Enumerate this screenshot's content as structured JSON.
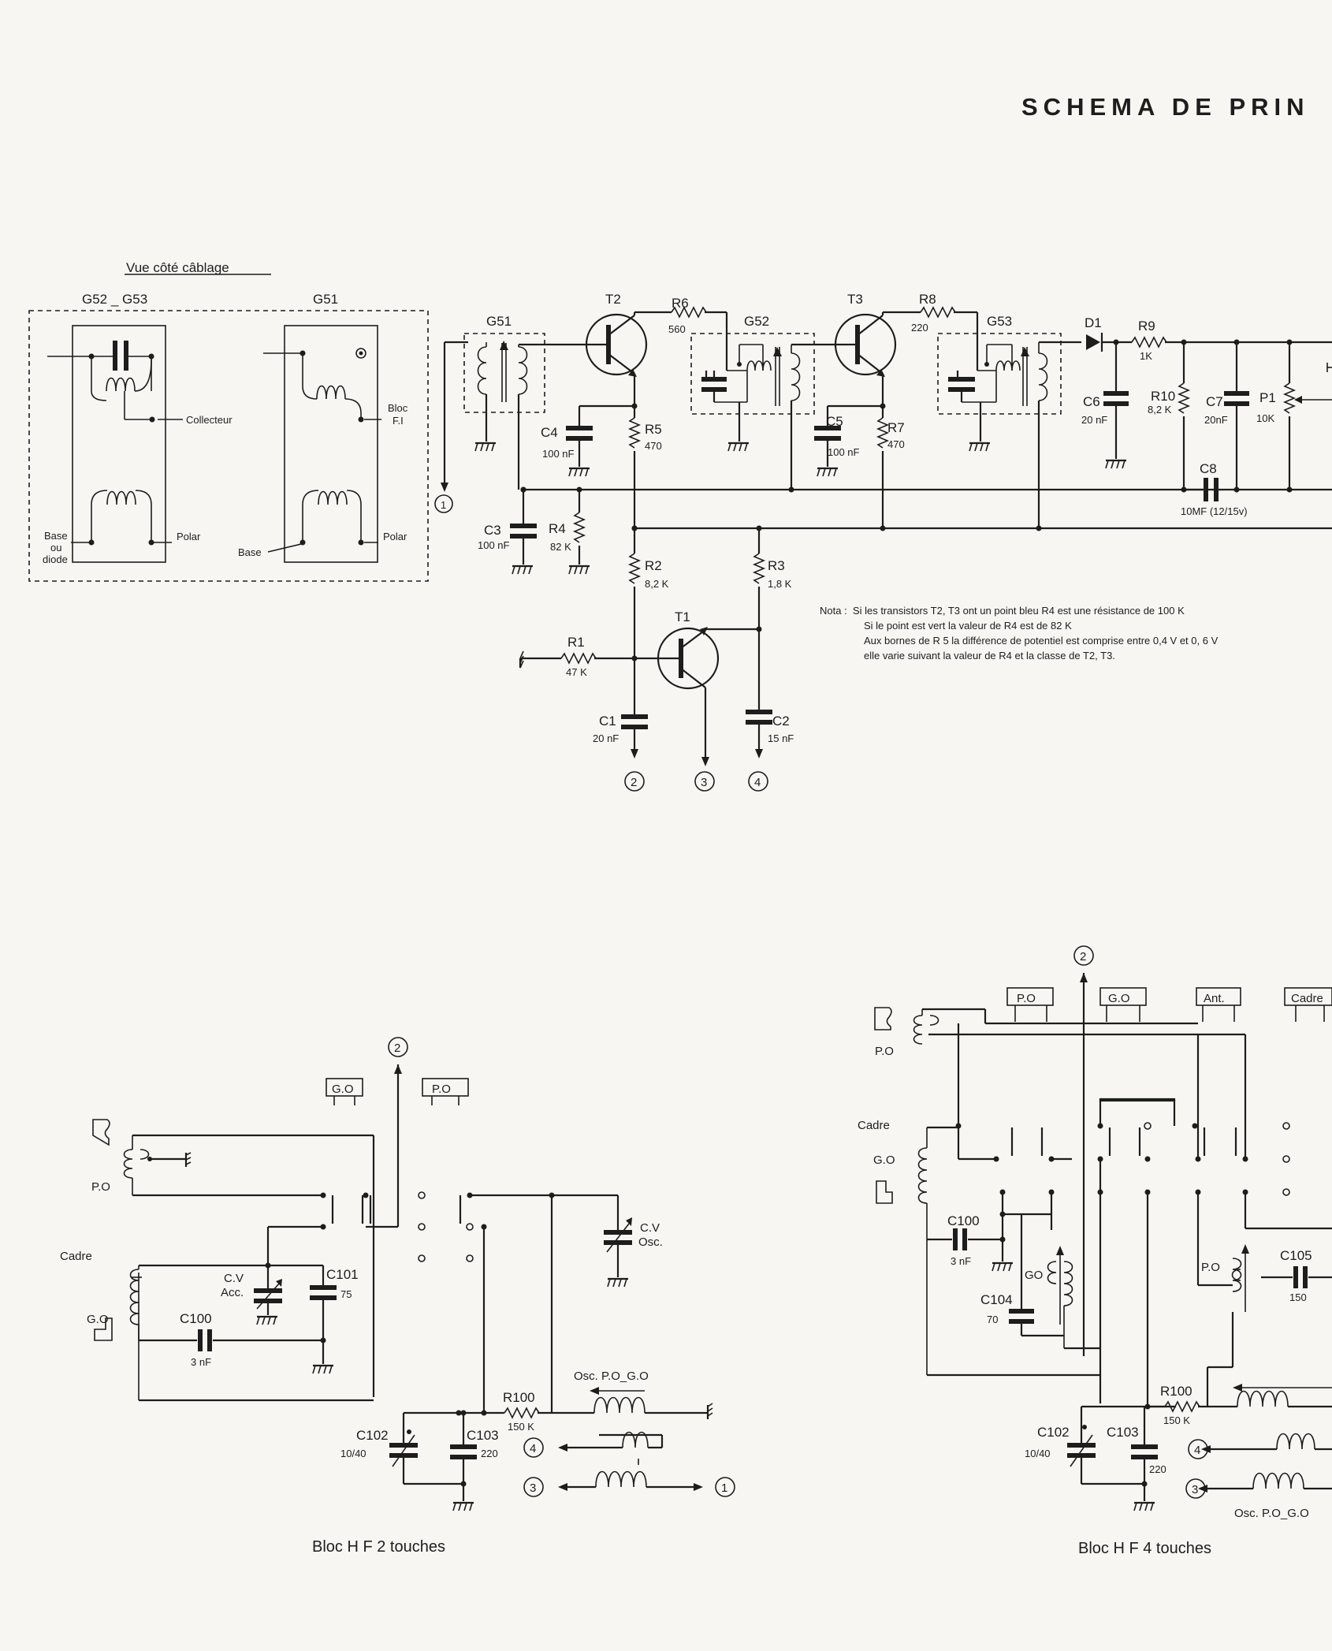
{
  "title": "SCHEMA DE PRIN",
  "wiring_view": {
    "heading": "Vue côté câblage",
    "left_box": {
      "label": "G52 _ G53",
      "collector": "Collecteur",
      "base": "Base\nou\ndiode",
      "polar": "Polar"
    },
    "right_box": {
      "label": "G51",
      "bloc": "Bloc\nF.I",
      "base": "Base",
      "polar": "Polar"
    }
  },
  "components": {
    "T1": "T1",
    "T2": "T2",
    "T3": "T3",
    "D1": "D1",
    "G51": "G51",
    "G52": "G52",
    "G53": "G53",
    "R1": "R1",
    "R1_val": "47 K",
    "R2": "R2",
    "R2_val": "8,2 K",
    "R3": "R3",
    "R3_val": "1,8 K",
    "R4": "R4",
    "R4_val": "82 K",
    "R5": "R5",
    "R5_val": "470",
    "R6": "R6",
    "R6_val": "560",
    "R7": "R7",
    "R7_val": "470",
    "R8": "R8",
    "R8_val": "220",
    "R9": "R9",
    "R9_val": "1K",
    "R10": "R10",
    "R10_val": "8,2 K",
    "P1": "P1",
    "P1_val": "10K",
    "C1": "C1",
    "C1_val": "20 nF",
    "C2": "C2",
    "C2_val": "15 nF",
    "C3": "C3",
    "C3_val": "100 nF",
    "C4": "C4",
    "C4_val": "100 nF",
    "C5": "C5",
    "C5_val": "100 nF",
    "C6": "C6",
    "C6_val": "20 nF",
    "C7": "C7",
    "C7_val": "20nF",
    "C8": "C8",
    "C8_val": "10MF (12/15v)"
  },
  "connectors": [
    "1",
    "2",
    "3",
    "4"
  ],
  "nota": {
    "label": "Nota :",
    "lines": [
      "Si les transistors T2, T3 ont un point bleu R4 est une résistance de 100 K",
      "Si le point est vert la valeur de R4 est de 82 K",
      "Aux bornes de R 5 la différence de potentiel est comprise entre 0,4 V et 0, 6 V",
      "elle varie suivant la valeur de R4 et la classe de T2, T3."
    ]
  },
  "bloc_2": {
    "caption": "Bloc H F 2 touches",
    "keys": [
      "G.O",
      "P.O"
    ],
    "po": "P.O",
    "cadre": "Cadre",
    "go": "G.O",
    "cv_acc": "C.V\nAcc.",
    "cv_osc": "C.V\nOsc.",
    "C100": "C100",
    "C100_val": "3 nF",
    "C101": "C101",
    "C101_val": "75",
    "C102": "C102",
    "C102_val": "10/40",
    "C103": "C103",
    "C103_val": "220",
    "R100": "R100",
    "R100_val": "150 K",
    "osc": "Osc. P.O_G.O"
  },
  "bloc_4": {
    "caption": "Bloc H F 4 touches",
    "keys": [
      "P.O",
      "G.O",
      "Ant.",
      "Cadre"
    ],
    "po": "P.O",
    "cadre": "Cadre",
    "go": "G.O",
    "go_coil": "GO",
    "po_coil": "P.O",
    "C100": "C100",
    "C100_val": "3 nF",
    "C104": "C104",
    "C104_val": "70",
    "C105": "C105",
    "C105_val": "150",
    "C102": "C102",
    "C102_val": "10/40",
    "C103": "C103",
    "C103_val": "220",
    "R100": "R100",
    "R100_val": "150 K",
    "osc": "Osc. P.O_G.O"
  }
}
